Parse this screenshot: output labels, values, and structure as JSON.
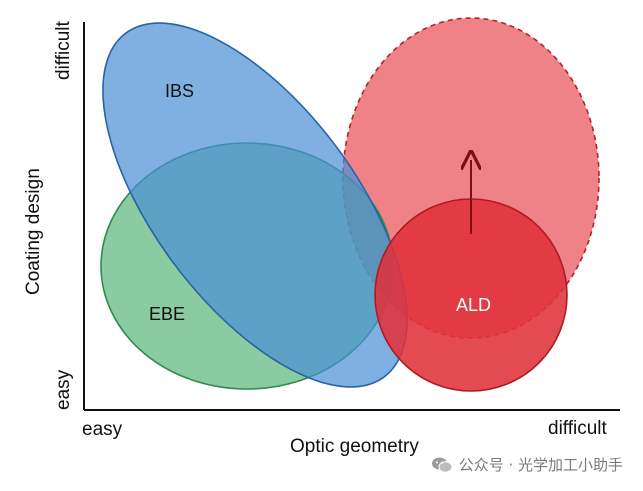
{
  "axes": {
    "x_label": "Optic geometry",
    "y_label": "Coating design",
    "x_min_label": "easy",
    "x_max_label": "difficult",
    "y_min_label": "easy",
    "y_max_label": "difficult"
  },
  "regions": {
    "ibs": {
      "label": "IBS",
      "color": "#5b9bd5"
    },
    "ebe": {
      "label": "EBE",
      "color": "#4caf6e"
    },
    "ald": {
      "label": "ALD",
      "color": "#e0313a"
    },
    "ald_future": {
      "color": "#e8585f"
    }
  },
  "watermark": {
    "text": "公众号 · 光学加工小助手",
    "icon": "wechat-icon"
  }
}
